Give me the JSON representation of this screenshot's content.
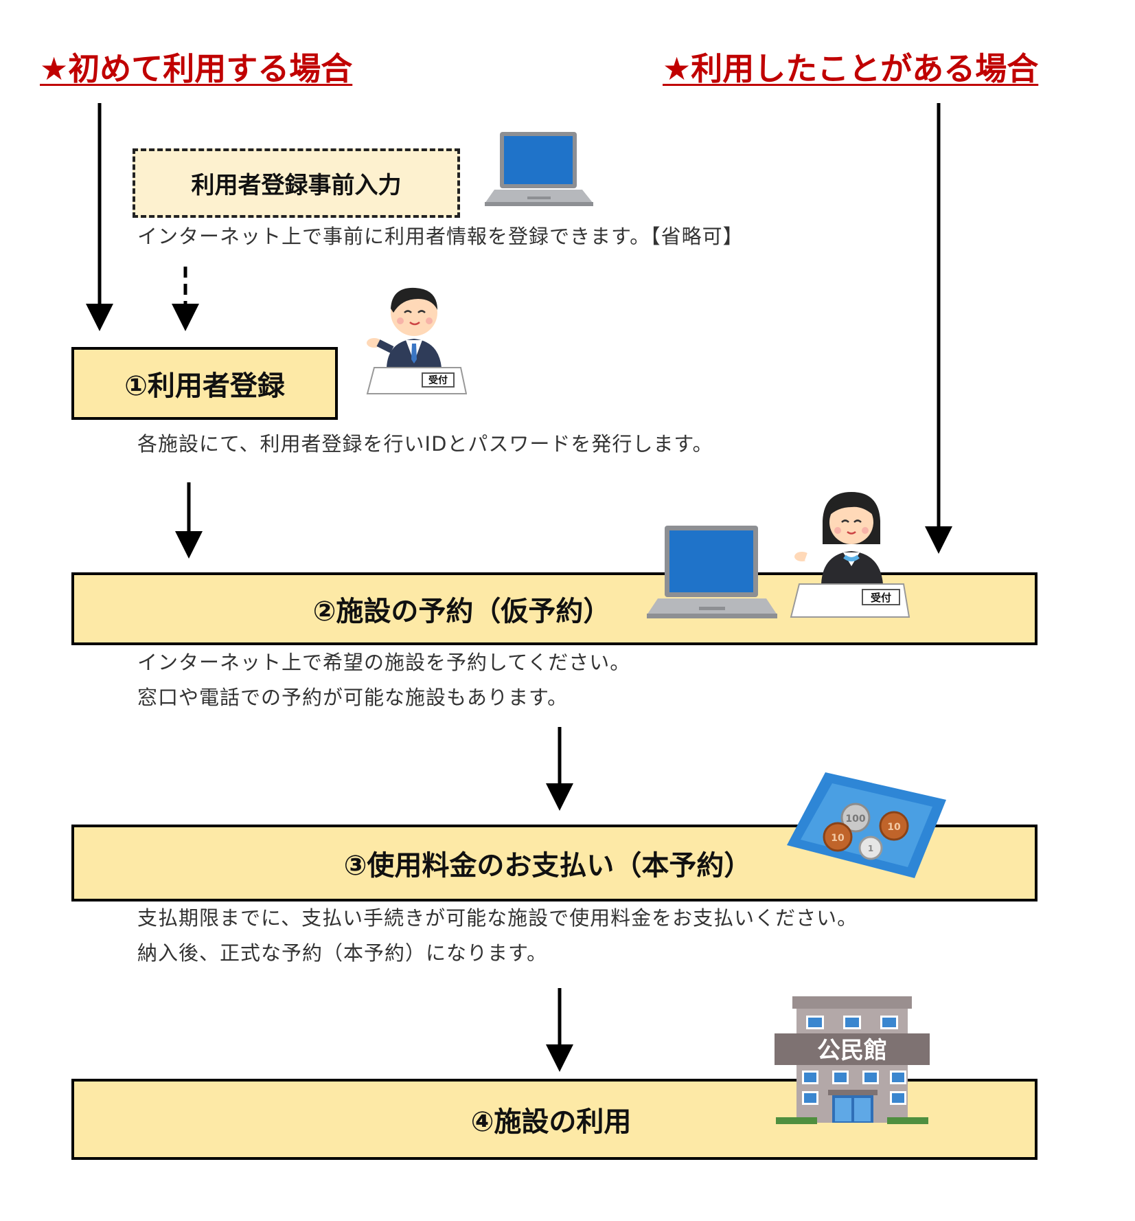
{
  "headings": {
    "first_time": "★初めて利用する場合",
    "returning": "★利用したことがある場合"
  },
  "steps": {
    "pre_register": {
      "label": "利用者登録事前入力",
      "desc": "インターネット上で事前に利用者情報を登録できます。【省略可】"
    },
    "step1": {
      "label": "①利用者登録",
      "desc": "各施設にて、利用者登録を行いIDとパスワードを発行します。"
    },
    "step2": {
      "label": "②施設の予約（仮予約）",
      "desc_line1": "インターネット上で希望の施設を予約してください。",
      "desc_line2": "窓口や電話での予約が可能な施設もあります。"
    },
    "step3": {
      "label": "③使用料金のお支払い（本予約）",
      "desc_line1": "支払期限までに、支払い手続きが可能な施設で使用料金をお支払いください。",
      "desc_line2": "納入後、正式な予約（本予約）になります。"
    },
    "step4": {
      "label": "④施設の利用"
    }
  },
  "illustrations": {
    "reception_sign": "受付",
    "building_sign": "公民館",
    "coin_100": "100",
    "coin_10": "10",
    "coin_1": "1"
  },
  "colors": {
    "heading_red": "#c00000",
    "box_fill": "#fde9a6",
    "dashed_box_fill": "#fdf1cf",
    "laptop_blue": "#1f73c9"
  }
}
